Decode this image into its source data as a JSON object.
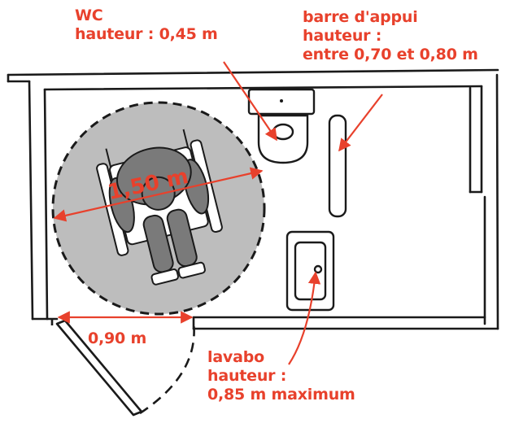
{
  "colors": {
    "annotation": "#e8412c",
    "wall": "#1a1a1a",
    "turning_circle": "#bdbdbd",
    "wheelchair_user": "#7a7a7a"
  },
  "labels": {
    "wc": {
      "line1": "WC",
      "line2": "hauteur : 0,45 m"
    },
    "grab_bar": {
      "line1": "barre d'appui",
      "line2": "hauteur :",
      "line3": "entre 0,70 et 0,80 m"
    },
    "turning_diameter": "1,50 m",
    "door_width": "0,90 m",
    "sink": {
      "line1": "lavabo",
      "line2": "hauteur :",
      "line3": "0,85 m maximum"
    }
  }
}
